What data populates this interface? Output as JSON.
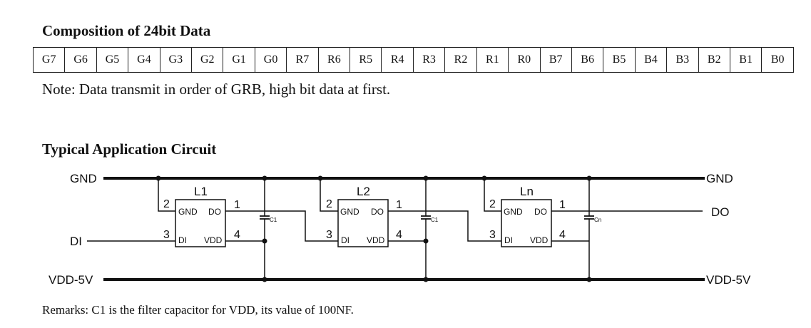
{
  "section1": {
    "title": "Composition of 24bit Data",
    "bits": [
      "G7",
      "G6",
      "G5",
      "G4",
      "G3",
      "G2",
      "G1",
      "G0",
      "R7",
      "R6",
      "R5",
      "R4",
      "R3",
      "R2",
      "R1",
      "R0",
      "B7",
      "B6",
      "B5",
      "B4",
      "B3",
      "B2",
      "B1",
      "B0"
    ],
    "note": "Note: Data transmit in order of GRB, high bit data at first."
  },
  "section2": {
    "title": "Typical Application Circuit",
    "rails": {
      "gnd_left": "GND",
      "gnd_right": "GND",
      "vdd_left": "VDD-5V",
      "vdd_right": "VDD-5V",
      "input": "DI",
      "output": "DO"
    },
    "chips": [
      {
        "name": "L1",
        "cap": "C1"
      },
      {
        "name": "L2",
        "cap": "C1"
      },
      {
        "name": "Ln",
        "cap": "Cn"
      }
    ],
    "pins": {
      "gnd": "GND",
      "do": "DO",
      "di": "DI",
      "vdd": "VDD",
      "n1": "1",
      "n2": "2",
      "n3": "3",
      "n4": "4"
    },
    "remarks": "Remarks: C1 is the filter capacitor for VDD, its value of 100NF."
  }
}
